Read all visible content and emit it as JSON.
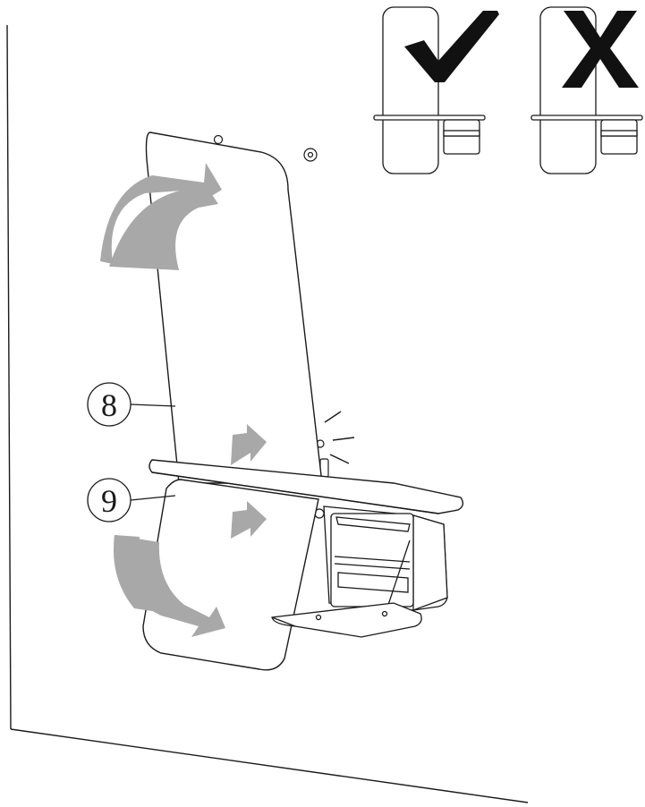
{
  "callouts": [
    {
      "number": "8",
      "target": "upper-panel"
    },
    {
      "number": "9",
      "target": "lower-panel"
    }
  ],
  "indicators": {
    "correct": {
      "icon": "checkmark-icon",
      "label": ""
    },
    "incorrect": {
      "icon": "x-mark-icon",
      "label": ""
    }
  },
  "colors": {
    "line": "#1a1a1a",
    "arrow_fill": "#a8a8a8",
    "panel_fill": "#ffffff",
    "background": "#ffffff"
  }
}
